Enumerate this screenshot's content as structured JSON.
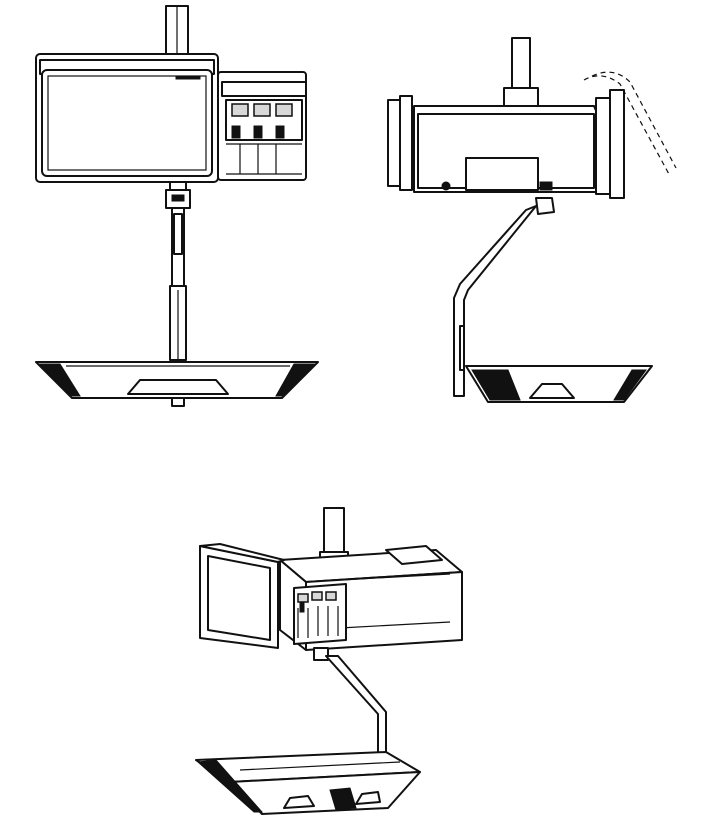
{
  "figure": {
    "views": [
      {
        "id": "front",
        "label": ""
      },
      {
        "id": "side",
        "label": ""
      },
      {
        "id": "isometric",
        "label": ""
      }
    ],
    "colors": {
      "line": "#111111",
      "background": "#ffffff"
    },
    "icons": [
      "scale-display-icon",
      "printer-icon",
      "weighing-tray-icon",
      "mounting-pole-icon"
    ]
  }
}
